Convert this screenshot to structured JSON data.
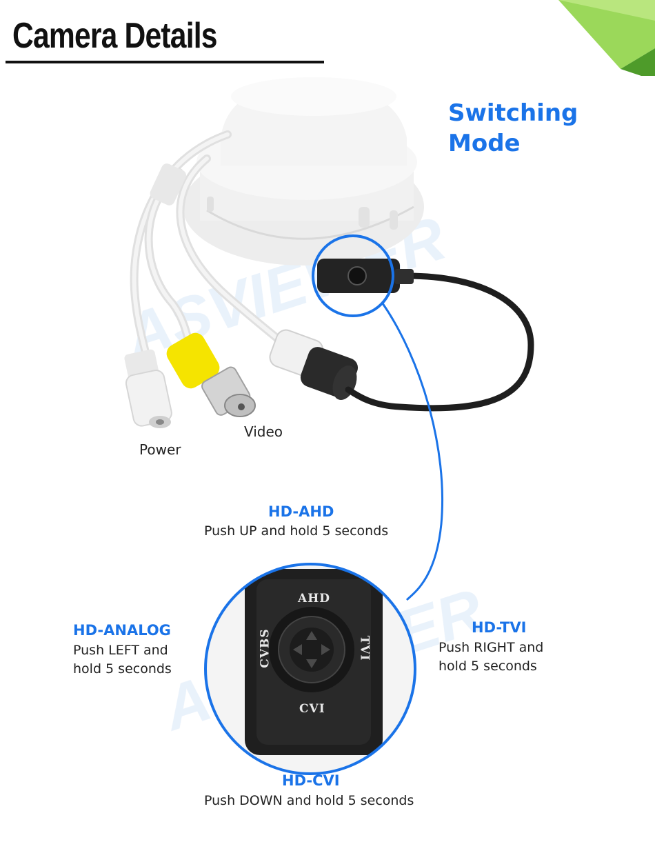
{
  "page": {
    "title": "Camera Details"
  },
  "diagram": {
    "switching_mode_line1": "Switching",
    "switching_mode_line2": "Mode",
    "cable_labels": {
      "power": "Power",
      "video": "Video"
    },
    "button_labels": {
      "top": "AHD",
      "left": "CVBS",
      "right": "TVI",
      "bottom": "CVI"
    },
    "modes": {
      "ahd": {
        "title": "HD-AHD",
        "desc": "Push UP and hold 5 seconds"
      },
      "analog": {
        "title": "HD-ANALOG",
        "desc_line1": "Push LEFT and",
        "desc_line2": "hold 5 seconds"
      },
      "tvi": {
        "title": "HD-TVI",
        "desc_line1": "Push RIGHT and",
        "desc_line2": "hold 5 seconds"
      },
      "cvi": {
        "title": "HD-CVI",
        "desc": "Push DOWN and hold 5 seconds"
      }
    },
    "colors": {
      "accent_blue": "#1a73e8",
      "video_connector": "#f5e400",
      "leaf_green": "#7ec93a"
    }
  }
}
